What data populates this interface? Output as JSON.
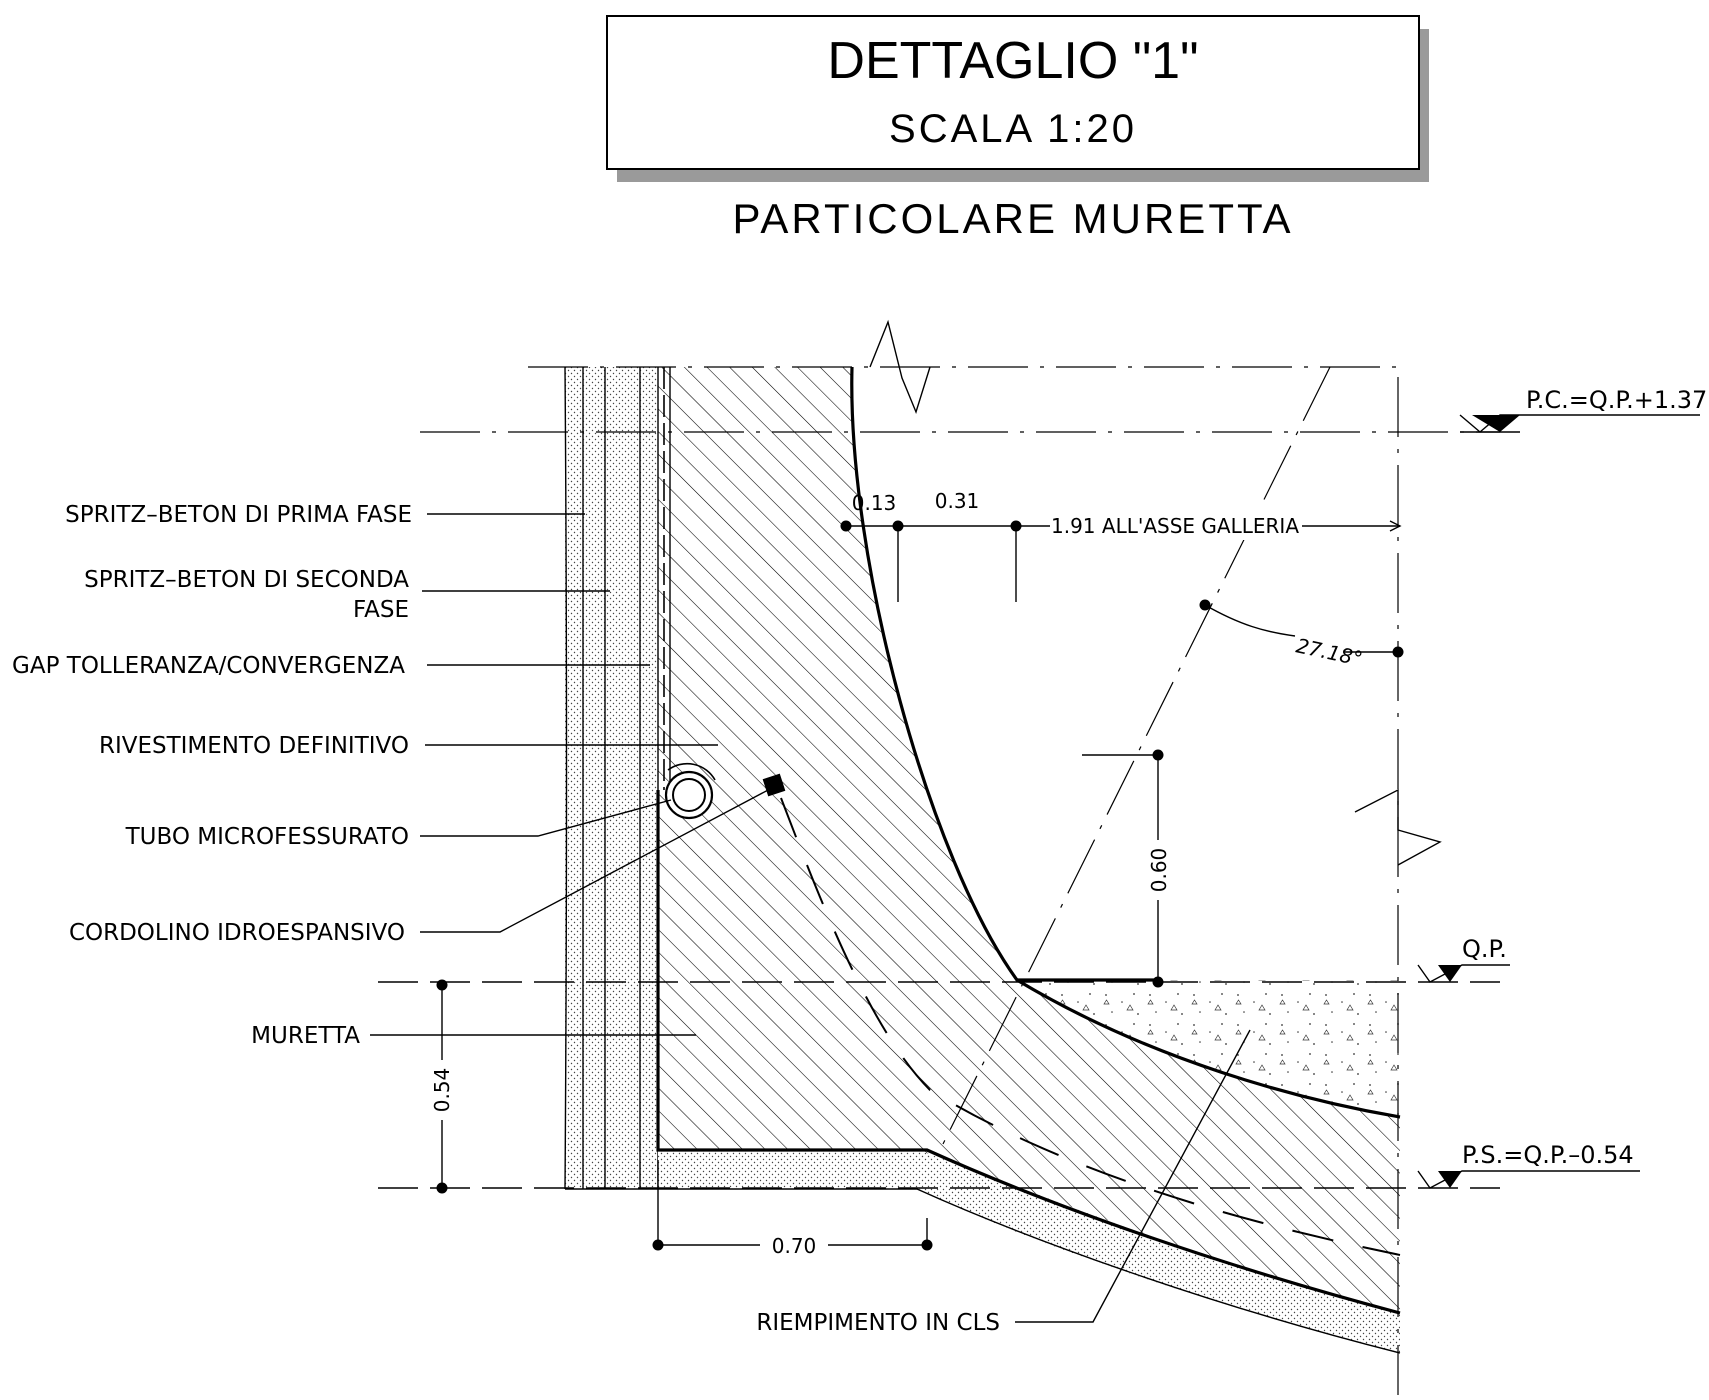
{
  "title_block": {
    "title": "DETTAGLIO \"1\"",
    "scale": "SCALA 1:20",
    "subtitle": "PARTICOLARE MURETTA"
  },
  "labels": {
    "spritz_prima": "SPRITZ–BETON DI PRIMA FASE",
    "spritz_seconda_1": "SPRITZ–BETON DI SECONDA",
    "spritz_seconda_2": "FASE",
    "gap": "GAP TOLLERANZA/CONVERGENZA",
    "rivestimento": "RIVESTIMENTO DEFINITIVO",
    "tubo": "TUBO MICROFESSURATO",
    "cordolino": "CORDOLINO IDROESPANSIVO",
    "muretta": "MURETTA",
    "riempimento": "RIEMPIMENTO IN CLS"
  },
  "levels": {
    "pc": "P.C.=Q.P.+1.37",
    "qp": "Q.P.",
    "ps": "P.S.=Q.P.–0.54"
  },
  "dimensions": {
    "d013": "0.13",
    "d031": "0.31",
    "asse": "1.91 ALL'ASSE GALLERIA",
    "angle": "27.18°",
    "d060": "0.60",
    "d054": "0.54",
    "d070": "0.70"
  },
  "colors": {
    "ink": "#000000",
    "paper": "#ffffff",
    "shadow": "#9a9a9a"
  }
}
